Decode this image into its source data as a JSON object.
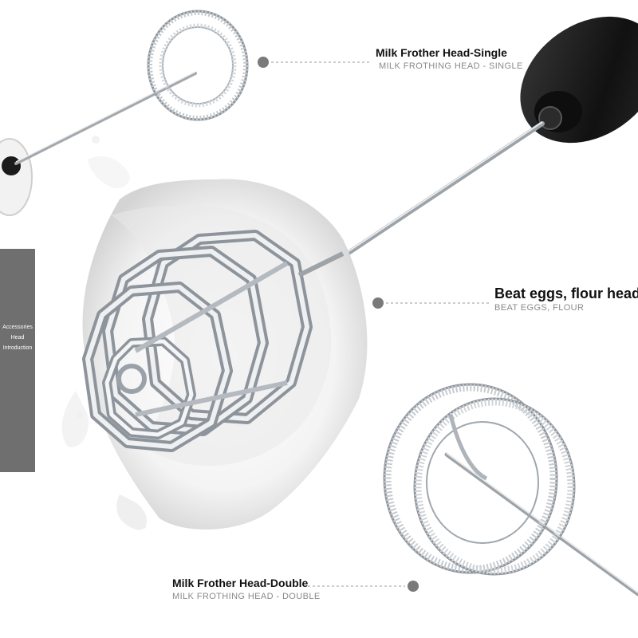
{
  "side_tab": {
    "lines": [
      "Accessories",
      "Head",
      "Introduction"
    ]
  },
  "callouts": {
    "single": {
      "title": "Milk Frother Head-Single",
      "subtitle": "MILK FROTHING HEAD - SINGLE"
    },
    "beat": {
      "title": "Beat eggs, flour head",
      "subtitle": "BEAT EGGS, FLOUR"
    },
    "double": {
      "title": "Milk Frother Head-Double",
      "subtitle": "MILK FROTHING HEAD - DOUBLE"
    }
  },
  "colors": {
    "accent_gray": "#6f6f6f",
    "dot": "#7a7a7a",
    "handle": "#1a1a1a",
    "metal": "#c8cdd2",
    "milk": "#ffffff",
    "milk_shadow": "#dcdcdc"
  }
}
